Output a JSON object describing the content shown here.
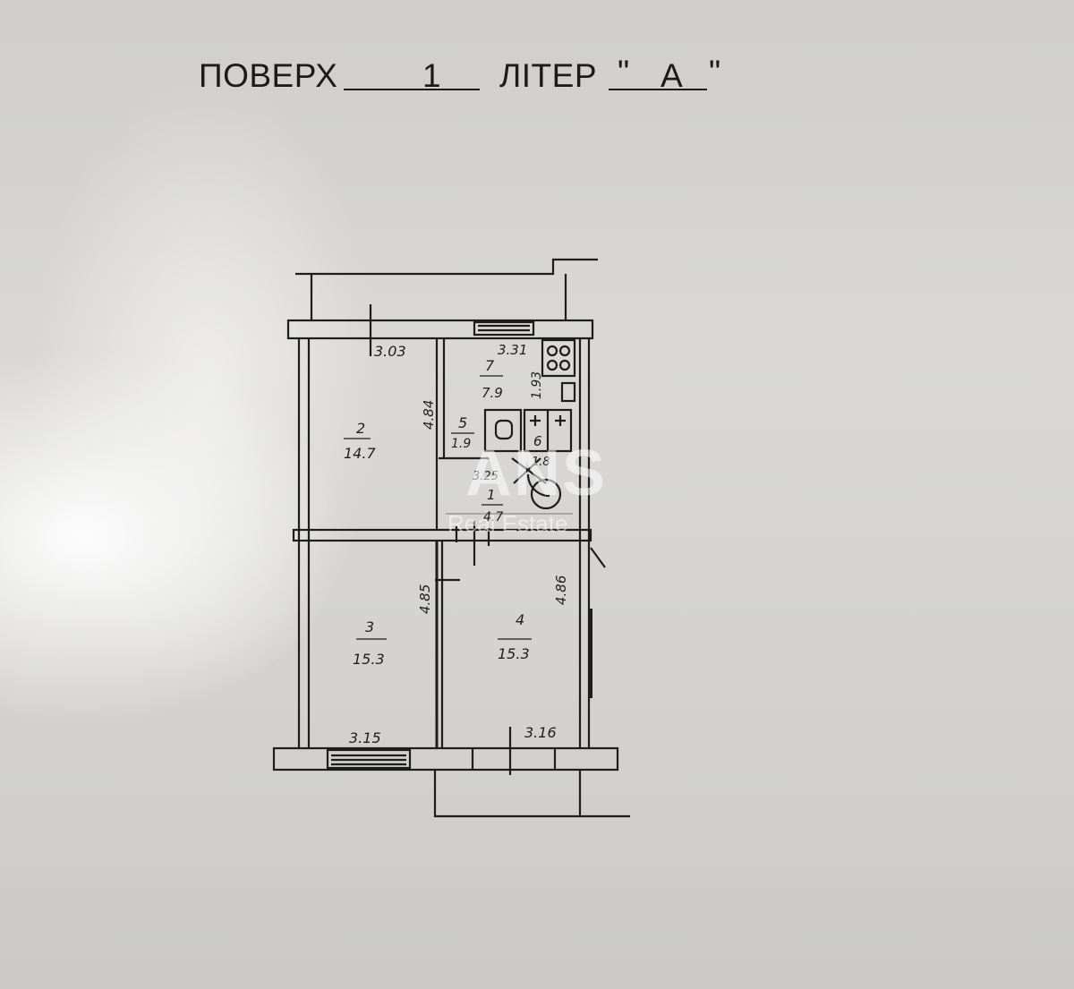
{
  "header": {
    "floor_label": "ПОВЕРХ",
    "floor_value": "1",
    "letter_label": "ЛІТЕР",
    "letter_open_quote": "\"",
    "letter_value": "А",
    "letter_close_quote": "\""
  },
  "rooms": [
    {
      "number": "1",
      "area": "4.7"
    },
    {
      "number": "2",
      "area": "14.7"
    },
    {
      "number": "3",
      "area": "15.3"
    },
    {
      "number": "4",
      "area": "15.3"
    },
    {
      "number": "5",
      "area": "1.9"
    },
    {
      "number": "6",
      "area": "1.8"
    },
    {
      "number": "7",
      "area": "7.9"
    }
  ],
  "dimensions": {
    "room2_width": "3.03",
    "room7_width": "3.31",
    "room2_length": "4.84",
    "room7_length": "1.93",
    "hall_width": "3.25",
    "room3_length": "4.85",
    "room4_length": "4.86",
    "room3_width": "3.15",
    "room4_width": "3.16"
  },
  "watermark": {
    "logo": "ANS",
    "subtitle": "Real Estate"
  }
}
